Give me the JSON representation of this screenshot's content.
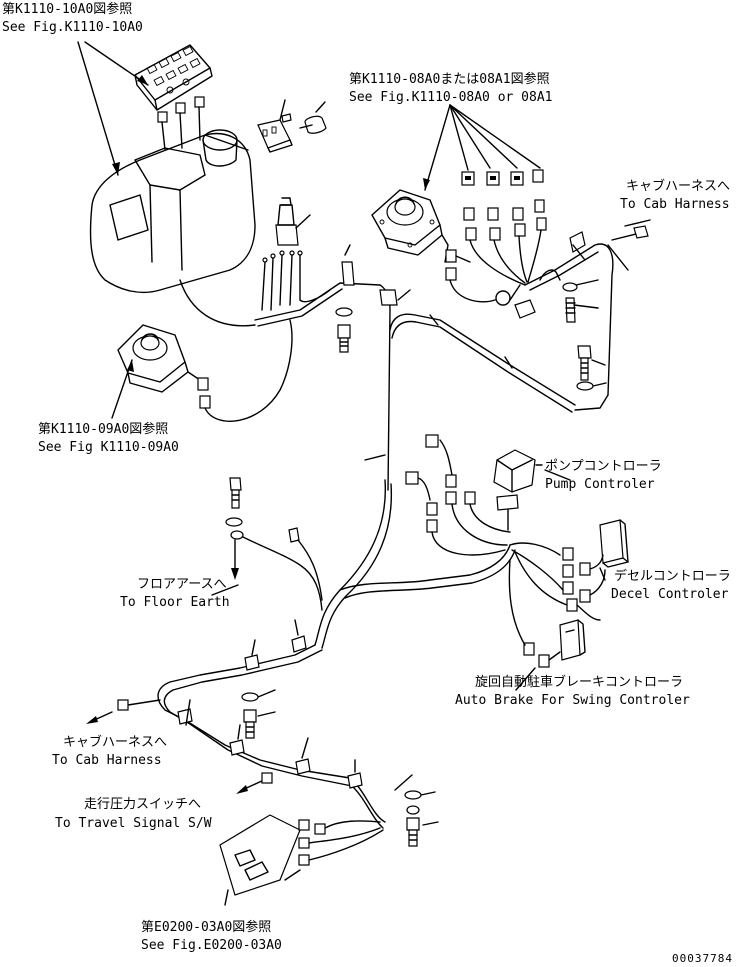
{
  "labels": {
    "fig_10a0_jp": "第K1110-10A0図参照",
    "fig_10a0_en": "See Fig.K1110-10A0",
    "fig_08a0_jp": "第K1110-08A0または08A1図参照",
    "fig_08a0_en": "See Fig.K1110-08A0 or 08A1",
    "cab_harness_top_jp": "キャブハーネスへ",
    "cab_harness_top_en": "To Cab Harness",
    "fig_09a0_jp": "第K1110-09A0図参照",
    "fig_09a0_en": "See Fig K1110-09A0",
    "pump_controller_jp": "ポンプコントローラ",
    "pump_controller_en": "Pump Controler",
    "decel_controller_jp": "デセルコントローラ",
    "decel_controller_en": "Decel Controler",
    "floor_earth_jp": "フロアアースへ",
    "floor_earth_en": "To Floor Earth",
    "auto_brake_jp": "旋回自動駐車ブレーキコントローラ",
    "auto_brake_en": "Auto Brake For Swing Controler",
    "cab_harness_bottom_jp": "キャブハーネスへ",
    "cab_harness_bottom_en": "To Cab Harness",
    "travel_signal_jp": "走行圧力スイッチへ",
    "travel_signal_en": "To Travel Signal S/W",
    "fig_e0200_jp": "第E0200-03A0図参照",
    "fig_e0200_en": "See Fig.E0200-03A0",
    "drawing_number": "00037784"
  }
}
